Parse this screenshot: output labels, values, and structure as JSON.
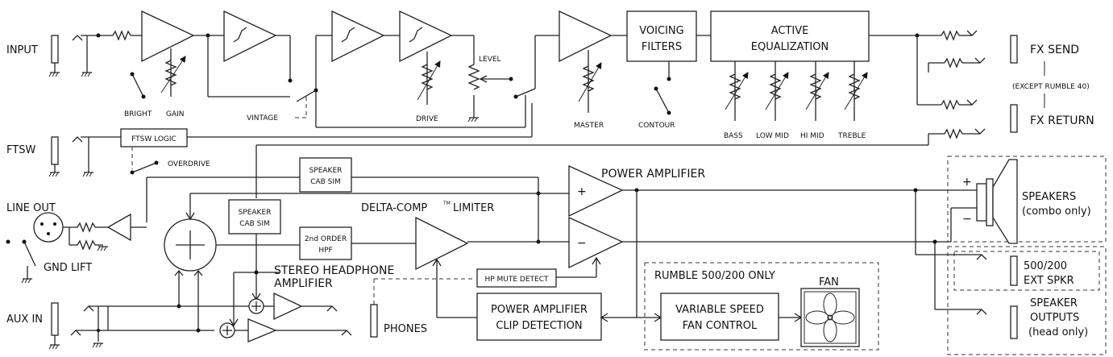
{
  "labels": {
    "input": "INPUT",
    "bright": "BRIGHT",
    "gain": "GAIN",
    "vintage": "VINTAGE",
    "drive": "DRIVE",
    "level": "LEVEL",
    "master": "MASTER",
    "voicing_1": "VOICING",
    "voicing_2": "FILTERS",
    "contour": "CONTOUR",
    "active_1": "ACTIVE",
    "active_2": "EQUALIZATION",
    "bass": "BASS",
    "low_mid": "LOW MID",
    "hi_mid": "HI MID",
    "treble": "TREBLE",
    "fx_send": "FX SEND",
    "fx_except": "(EXCEPT RUMBLE 40)",
    "fx_return": "FX RETURN",
    "ftsw": "FTSW",
    "ftsw_logic": "FTSW LOGIC",
    "overdrive": "OVERDRIVE",
    "spk_cab_1": "SPEAKER",
    "spk_cab_2": "CAB SIM",
    "power_amp": "POWER AMPLIFIER",
    "line_out": "LINE OUT",
    "gnd_lift": "GND LIFT",
    "delta_comp": "DELTA-COMP",
    "tm": "TM",
    "limiter": "LIMITER",
    "hpf_1": "2nd ORDER",
    "hpf_2": "HPF",
    "speakers": "SPEAKERS",
    "combo_only": "(combo only)",
    "stereo_hp_1": "STEREO HEADPHONE",
    "stereo_hp_2": "AMPLIFIER",
    "hp_mute": "HP MUTE DETECT",
    "rumble_only": "RUMBLE 500/200 ONLY",
    "fan": "FAN",
    "ext_spkr_1": "500/200",
    "ext_spkr_2": "EXT SPKR",
    "aux_in": "AUX IN",
    "phones": "PHONES",
    "clip_1": "POWER AMPLIFIER",
    "clip_2": "CLIP DETECTION",
    "fan_ctrl_1": "VARIABLE SPEED",
    "fan_ctrl_2": "FAN CONTROL",
    "spk_out_1": "SPEAKER",
    "spk_out_2": "OUTPUTS",
    "head_only": "(head only)",
    "plus": "+",
    "minus": "−"
  }
}
